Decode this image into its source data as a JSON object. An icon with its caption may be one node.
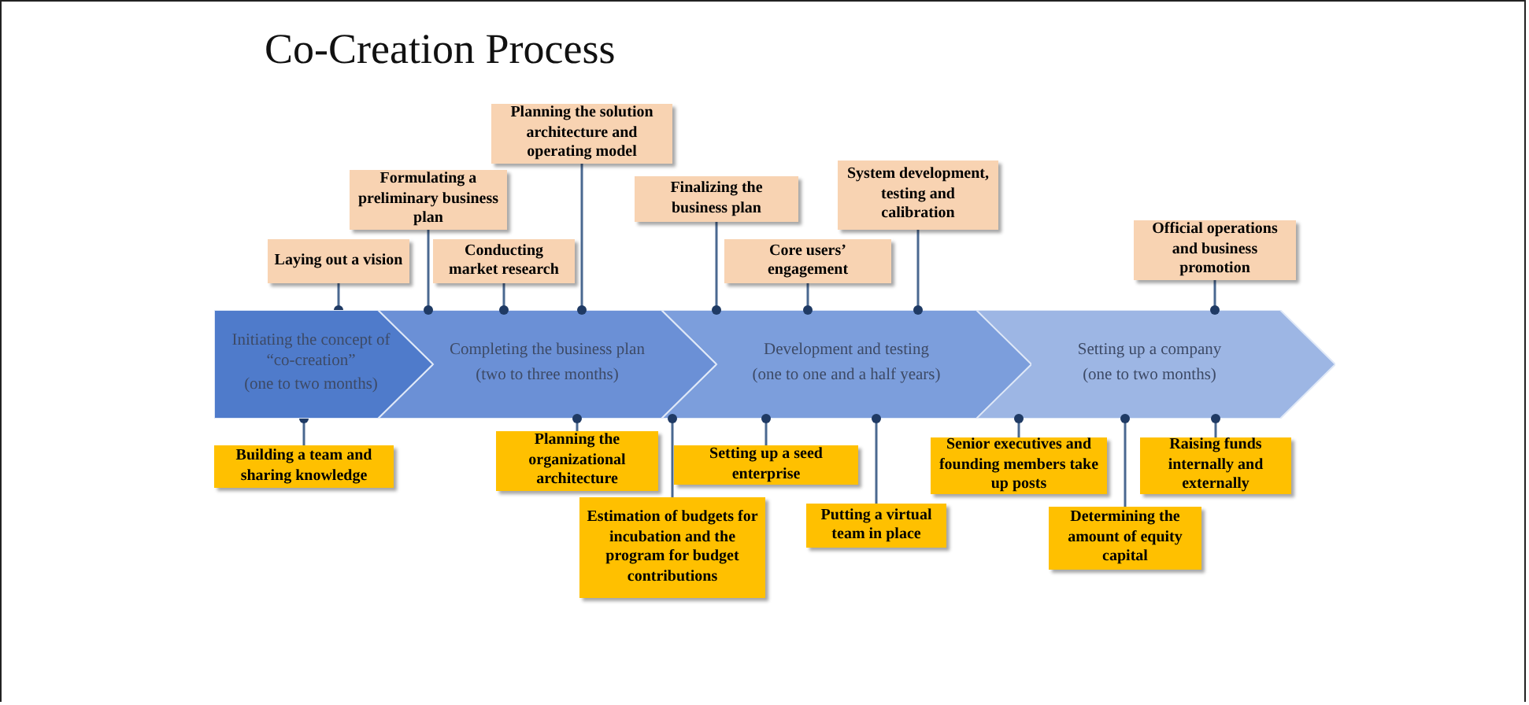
{
  "diagram": {
    "title": "Co-Creation Process",
    "nodes": [
      {
        "text": [
          "Initiating the concept of “co-creation”",
          "(one to two months)"
        ]
      },
      {
        "text": [
          "Completing the business plan",
          "(two to three months)"
        ]
      },
      {
        "text": [
          "Development and testing",
          "(one to one and a half years)"
        ]
      },
      {
        "text": [
          "Setting up a company",
          "(one to two months)"
        ]
      },
      {
        "text": [
          "Laying out a vision"
        ]
      },
      {
        "text": [
          "Formulating a preliminary business plan"
        ]
      },
      {
        "text": [
          "Conducting market research"
        ]
      },
      {
        "text": [
          "Planning the solution architecture and operating model"
        ]
      },
      {
        "text": [
          "Finalizing the business plan"
        ]
      },
      {
        "text": [
          "Core users’ engagement"
        ]
      },
      {
        "text": [
          "System development, testing and calibration"
        ]
      },
      {
        "text": [
          "Official operations and business promotion"
        ]
      },
      {
        "text": [
          "Building a team and sharing knowledge"
        ]
      },
      {
        "text": [
          "Planning the organizational architecture"
        ]
      },
      {
        "text": [
          "Estimation of budgets for incubation and the program for budget contributions"
        ]
      },
      {
        "text": [
          "Setting up a seed enterprise"
        ]
      },
      {
        "text": [
          "Putting a virtual team in place"
        ]
      },
      {
        "text": [
          "Senior executives and founding members take up posts"
        ]
      },
      {
        "text": [
          "Raising funds internally and externally"
        ]
      },
      {
        "text": [
          "Determining the amount of equity capital"
        ]
      }
    ],
    "edges": [
      {
        "from": 4,
        "to": 0,
        "arrow": "other"
      },
      {
        "from": 5,
        "to": 1,
        "arrow": "other"
      },
      {
        "from": 6,
        "to": 1,
        "arrow": "other"
      },
      {
        "from": 7,
        "to": 1,
        "arrow": "other"
      },
      {
        "from": 8,
        "to": 2,
        "arrow": "other"
      },
      {
        "from": 9,
        "to": 2,
        "arrow": "other"
      },
      {
        "from": 10,
        "to": 2,
        "arrow": "other"
      },
      {
        "from": 11,
        "to": 3,
        "arrow": "other"
      },
      {
        "from": 12,
        "to": 0,
        "arrow": "other"
      },
      {
        "from": 13,
        "to": 1,
        "arrow": "other"
      },
      {
        "from": 14,
        "to": 1,
        "arrow": "other"
      },
      {
        "from": 15,
        "to": 2,
        "arrow": "other"
      },
      {
        "from": 16,
        "to": 2,
        "arrow": "other"
      },
      {
        "from": 17,
        "to": 3,
        "arrow": "other"
      },
      {
        "from": 18,
        "to": 3,
        "arrow": "other"
      },
      {
        "from": 19,
        "to": 3,
        "arrow": "other"
      }
    ]
  }
}
